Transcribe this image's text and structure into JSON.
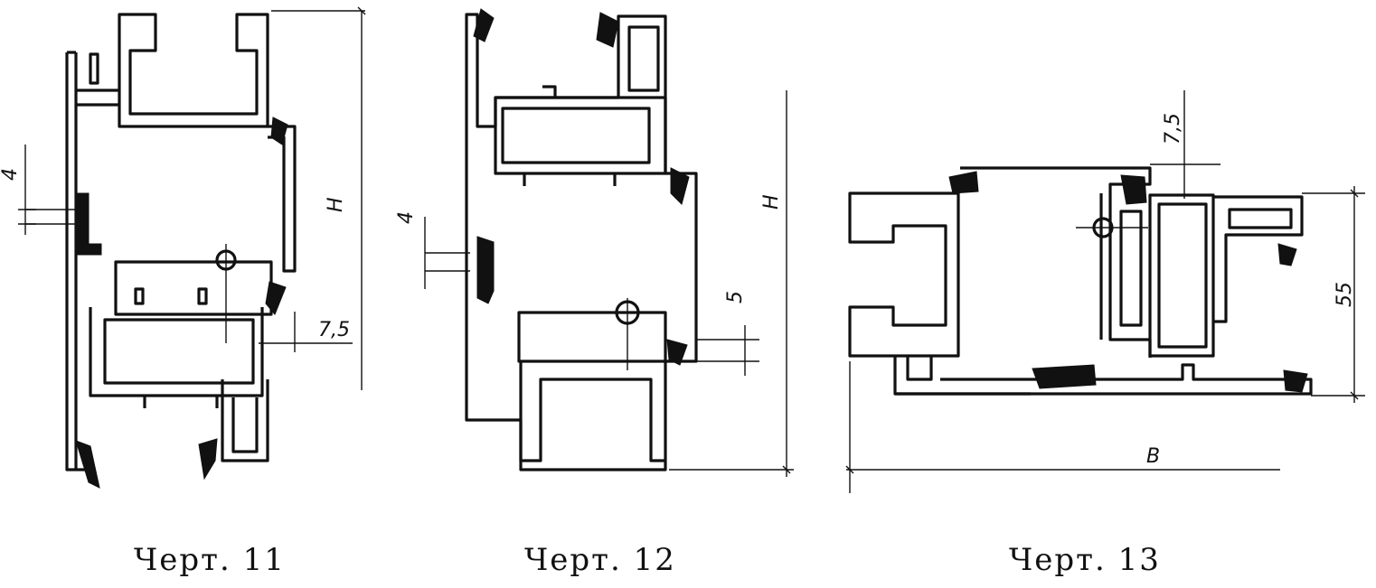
{
  "figures": [
    {
      "caption": "Черт. 11",
      "dims": {
        "glass": "4",
        "offset": "7,5",
        "height": "H"
      }
    },
    {
      "caption": "Черт. 12",
      "dims": {
        "glass": "4",
        "gap": "5",
        "height": "H"
      }
    },
    {
      "caption": "Черт. 13",
      "dims": {
        "offset": "7,5",
        "depth": "55",
        "width": "B"
      }
    }
  ]
}
